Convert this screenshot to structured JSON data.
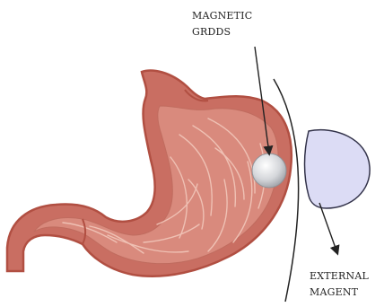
{
  "labels": {
    "magnetic_line1": "MAGNETIC",
    "magnetic_line2": "GRDDS",
    "external_line1": "EXTERNAL",
    "external_line2": "MAGENT"
  },
  "colors": {
    "stomach_fill": "#c96e62",
    "stomach_outline": "#b14f42",
    "stomach_inner": "#d98a7d",
    "rugae": "#e7b4a6",
    "capsule": "#cfd2d6",
    "magnet_fill": "#dcdcf5",
    "magnet_outline": "#33334a",
    "line": "#222222"
  },
  "icons": {
    "capsule": "magnetic-capsule",
    "magnet": "external-magnet",
    "stomach": "stomach-organ"
  }
}
